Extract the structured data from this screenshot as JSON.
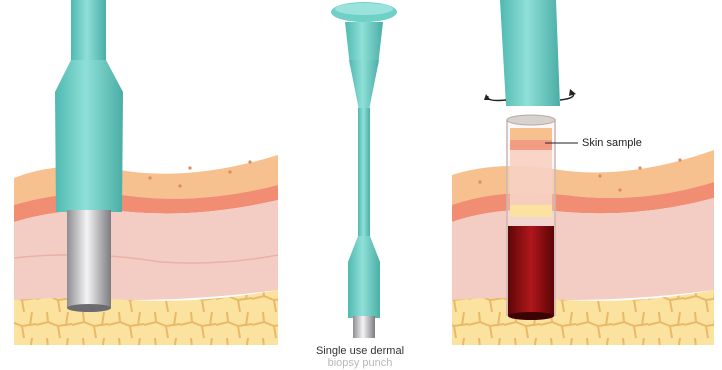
{
  "labels": {
    "skin_sample": "Skin sample",
    "punch_caption_line1": "Single use dermal",
    "punch_caption_line2": "biopsy punch"
  },
  "colors": {
    "instrument_teal": "#6fd0c8",
    "epidermis": "#f3b27d",
    "dermis": "#f2c7bd",
    "fat": "#fbe39f",
    "blood": "#8e0d10",
    "steel": "#c9c9cc"
  }
}
